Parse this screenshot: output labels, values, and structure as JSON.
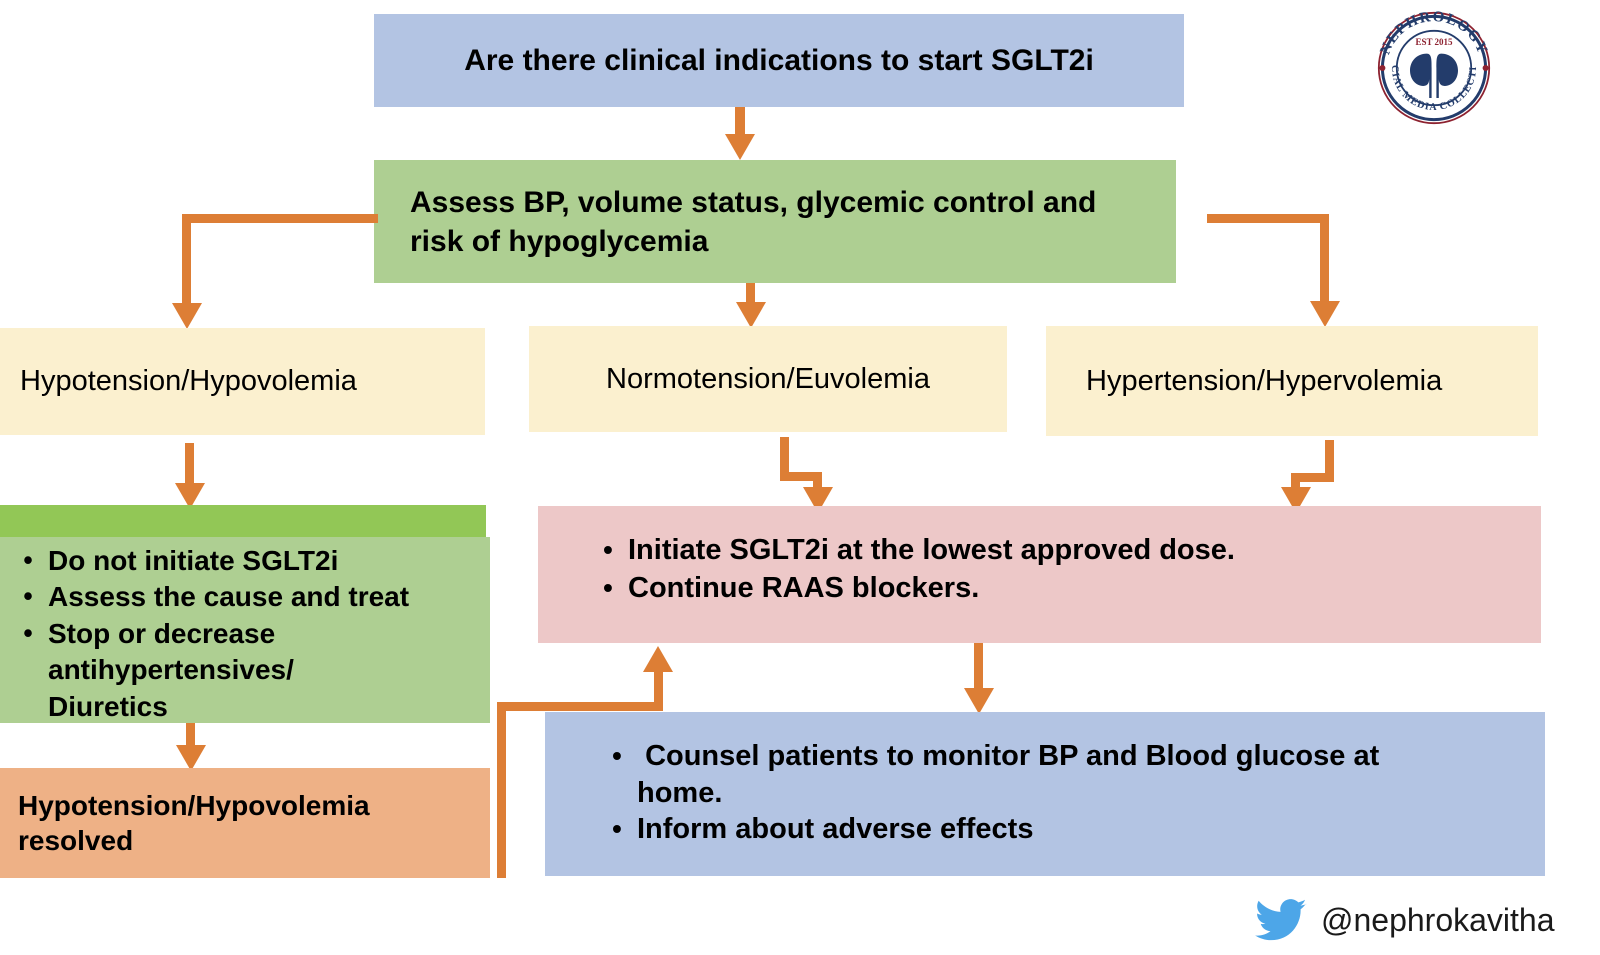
{
  "nodes": {
    "indications": "Are there clinical indications to start SGLT2i",
    "assess": "Assess BP, volume status, glycemic control and\nrisk of hypoglycemia",
    "hypotension": "Hypotension/Hypovolemia",
    "normotension": "Normotension/Euvolemia",
    "hypertension": "Hypertension/Hypervolemia",
    "do_not_initiate": [
      "Do not initiate SGLT2i",
      "Assess the cause and treat",
      "Stop or decrease\nantihypertensives/\nDiuretics"
    ],
    "initiate": [
      "Initiate SGLT2i at the lowest approved dose.",
      "Continue RAAS blockers."
    ],
    "resolved": "Hypotension/Hypovolemia\nresolved",
    "counsel": [
      " Counsel patients to monitor BP and Blood glucose at\nhome.",
      "Inform about adverse effects"
    ]
  },
  "bullet_glyph": "•",
  "logo": {
    "top_arc": "NEPHROLOGY",
    "bottom_arc": "SOCIAL MEDIA COLLECTIVE",
    "established": "EST 2015"
  },
  "credit": {
    "handle": "@nephrokavitha",
    "icon": "twitter-bird-icon"
  },
  "colors": {
    "blue_box": "#b3c4e3",
    "green_box": "#aecf92",
    "green_strip": "#92c756",
    "yellow_box": "#fbf0cf",
    "pink_box": "#edc8c8",
    "orange_box": "#eeb186",
    "connector": "#dd7e35",
    "logo_navy": "#233c6b",
    "logo_red": "#8d2230",
    "twitter_blue": "#4da6e8"
  }
}
